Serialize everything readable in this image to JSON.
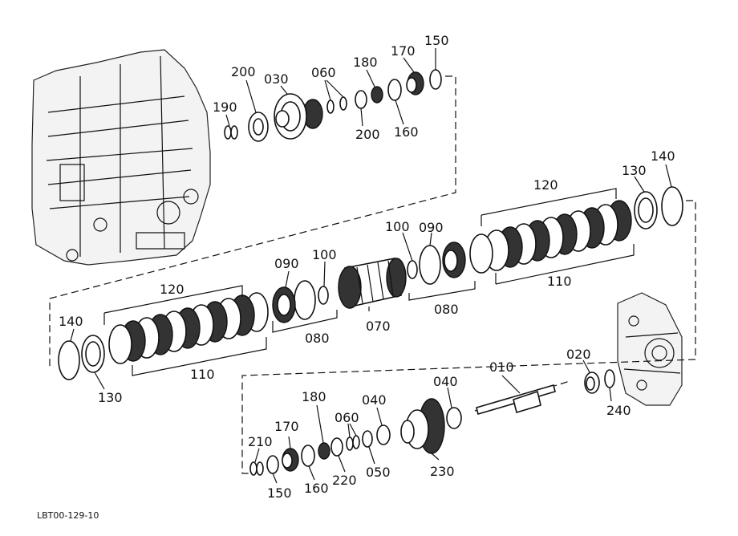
{
  "drawing_code": "LBT00-129-10",
  "callouts": {
    "c190": "190",
    "c200a": "200",
    "c030": "030",
    "c060a": "060",
    "c180a": "180",
    "c170a": "170",
    "c150a": "150",
    "c200b": "200",
    "c160a": "160",
    "c120a": "120",
    "c130a": "130",
    "c140a": "140",
    "c100a": "100",
    "c090a": "090",
    "c110a": "110",
    "c080a": "080",
    "c090b": "090",
    "c100b": "100",
    "c120b": "120",
    "c070": "070",
    "c080b": "080",
    "c140b": "140",
    "c130b": "130",
    "c110b": "110",
    "c020": "020",
    "c010": "010",
    "c040a": "040",
    "c240": "240",
    "c180b": "180",
    "c060b": "060",
    "c040b": "040",
    "c170b": "170",
    "c210": "210",
    "c230": "230",
    "c050": "050",
    "c220": "220",
    "c160b": "160",
    "c150b": "150"
  }
}
